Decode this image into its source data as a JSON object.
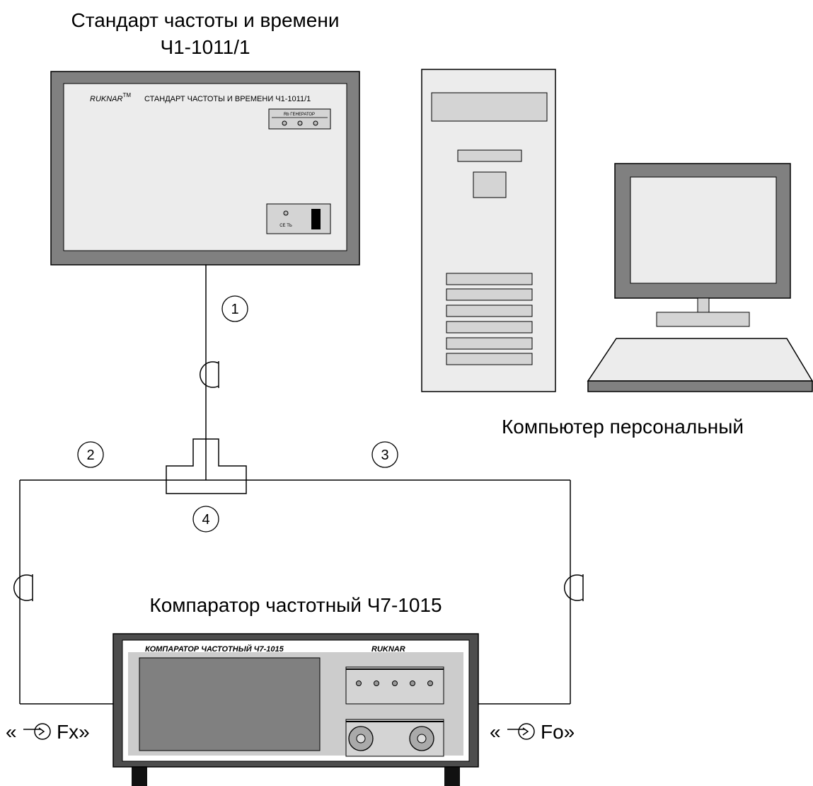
{
  "titles": {
    "standard_line1": "Стандарт частоты и времени",
    "standard_line2": "Ч1-1011/1",
    "computer": "Компьютер персональный",
    "comparator": "Компаратор частотный Ч7-1015"
  },
  "standard_panel": {
    "brand": "RUKNAR",
    "tm": "TM",
    "title": "СТАНДАРТ ЧАСТОТЫ И ВРЕМЕНИ Ч1-1011/1",
    "generator_label": "Rb ГЕНЕРАТОР",
    "power_label": "СЕ ТЬ"
  },
  "comparator_panel": {
    "title": "КОМПАРАТОР ЧАСТОТНЫЙ Ч7-1015",
    "brand": "RUKNAR"
  },
  "cables": [
    "1",
    "2",
    "3",
    "4"
  ],
  "ports": {
    "fx": {
      "open": "«",
      "label": "Fx»"
    },
    "fo": {
      "open": "«",
      "label": "Fo»"
    }
  }
}
